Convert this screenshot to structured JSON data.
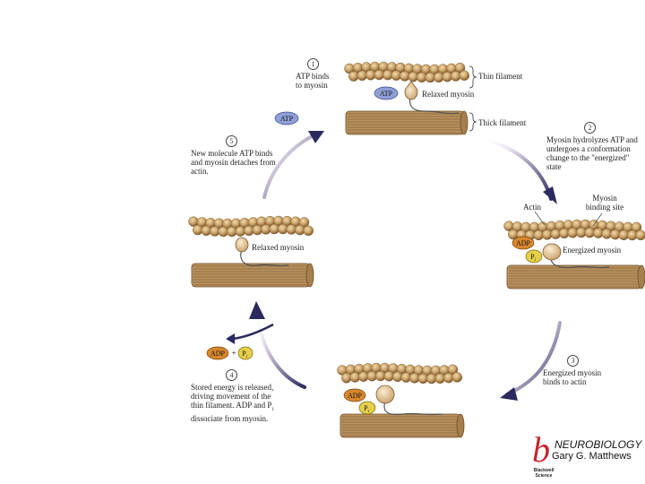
{
  "steps": [
    {
      "num": "1",
      "lines": [
        "ATP binds",
        "to myosin"
      ]
    },
    {
      "num": "2",
      "lines": [
        "Myosin hydrolyzes ATP and",
        "undergoes a conformation",
        "change to the \"energized\" state"
      ]
    },
    {
      "num": "3",
      "lines": [
        "Energized myosin",
        "binds to actin"
      ]
    },
    {
      "num": "4",
      "lines": [
        "Stored energy is released,",
        "driving movement of the",
        "thin filament. ADP and P",
        "dissociate from myosin."
      ]
    },
    {
      "num": "5",
      "lines": [
        "New molecule ATP binds",
        "and myosin detaches from",
        "actin."
      ]
    }
  ],
  "labels": {
    "thin_filament": "Thin filament",
    "thick_filament": "Thick filament",
    "relaxed_myosin": "Relaxed myosin",
    "energized_myosin": "Energized myosin",
    "actin": "Actin",
    "myosin_binding_site_1": "Myosin",
    "myosin_binding_site_2": "binding site",
    "atp": "ATP",
    "adp": "ADP",
    "pi": "P",
    "pi_sub": "i",
    "plus": "+"
  },
  "credit": {
    "book_title": "NEUROBIOLOGY",
    "author": "Gary G. Matthews",
    "logo_letter": "b",
    "publisher_line1": "Blackwell",
    "publisher_line2": "Science"
  },
  "colors": {
    "actin_bead": "#c9a26a",
    "actin_bead_dark": "#8a6232",
    "thick_filament": "#b8925e",
    "thick_filament_dark": "#6e4d26",
    "myosin_head": "#e8c99a",
    "atp_fill": "#8ea0d6",
    "adp_fill": "#d9872e",
    "pi_fill": "#e6cf4a",
    "arrow": "#2b2a5e",
    "logo": "#c2262e"
  }
}
